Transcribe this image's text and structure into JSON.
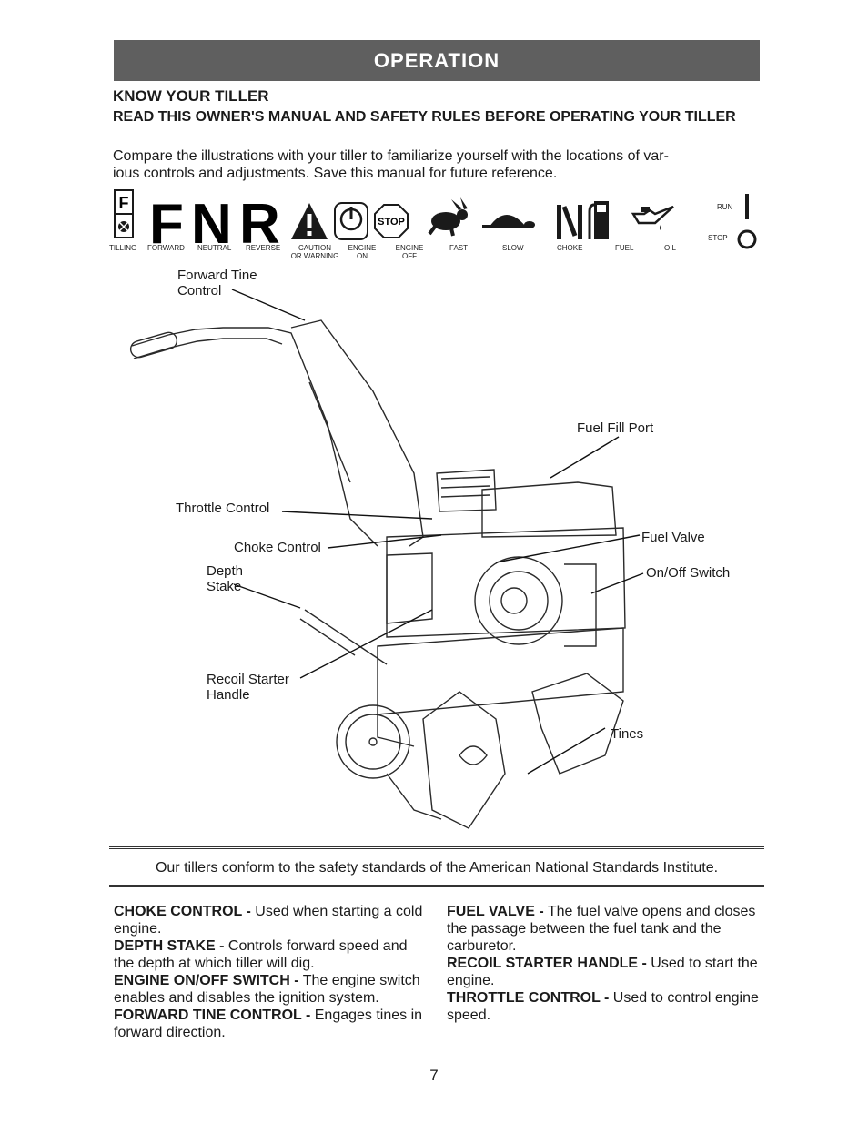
{
  "header": {
    "banner": "OPERATION"
  },
  "section": {
    "title": "KNOW YOUR TILLER",
    "subtitle": "READ THIS OWNER'S MANUAL AND SAFETY RULES BEFORE OPERATING YOUR TILLER",
    "intro_line1": "Compare the illustrations with your tiller to familiarize yourself with the locations of var-",
    "intro_line2": "ious controls and adjustments.  Save this manual for future reference."
  },
  "symbols": {
    "icon_names": [
      "tilling-icon",
      "forward-icon",
      "neutral-icon",
      "reverse-icon",
      "caution-icon",
      "engine-on-icon",
      "engine-off-icon",
      "fast-icon",
      "slow-icon",
      "choke-icon",
      "fuel-icon",
      "oil-icon",
      "run-icon",
      "stop-icon"
    ],
    "tilling": "TILLING",
    "forward": "FORWARD",
    "neutral": "NEUTRAL",
    "reverse": "REVERSE",
    "caution_1": "CAUTION",
    "caution_2": "OR WARNING",
    "engine_on_1": "ENGINE",
    "engine_on_2": "ON",
    "engine_off_1": "ENGINE",
    "engine_off_2": "OFF",
    "fast": "FAST",
    "slow": "SLOW",
    "choke": "CHOKE",
    "fuel": "FUEL",
    "oil": "OIL",
    "run": "RUN",
    "stop": "STOP",
    "glyph_f": "F",
    "glyph_n": "N",
    "glyph_r": "R",
    "glyph_stop": "STOP"
  },
  "diagram": {
    "forward_tine_1": "Forward Tine",
    "forward_tine_2": "Control",
    "fuel_fill_port": "Fuel Fill Port",
    "throttle_control": "Throttle Control",
    "choke_control": "Choke Control",
    "fuel_valve": "Fuel Valve",
    "depth_1": "Depth",
    "depth_2": "Stake",
    "onoff_switch": "On/Off Switch",
    "recoil_1": "Recoil Starter",
    "recoil_2": "Handle",
    "tines": "Tines"
  },
  "conformance": "Our tillers conform to the safety standards of the American National Standards Institute.",
  "definitions": {
    "choke_term": "CHOKE CONTROL -",
    "choke_desc": " Used when starting a cold engine.",
    "depth_term": "DEPTH STAKE -",
    "depth_desc": " Controls forward speed and the depth at which tiller will dig.",
    "engine_term": "ENGINE ON/OFF SWITCH -",
    "engine_desc": " The engine switch enables and disables the ignition system.",
    "tine_term": "FORWARD TINE CONTROL -",
    "tine_desc": " Engages tines in forward direction.",
    "fuel_term": "FUEL VALVE -",
    "fuel_desc": " The fuel valve opens and closes the passage between the fuel tank and the carburetor.",
    "recoil_term": "RECOIL STARTER HANDLE -",
    "recoil_desc": " Used to start the engine.",
    "throttle_term": "THROTTLE CONTROL -",
    "throttle_desc": " Used to control engine speed."
  },
  "page_number": "7"
}
